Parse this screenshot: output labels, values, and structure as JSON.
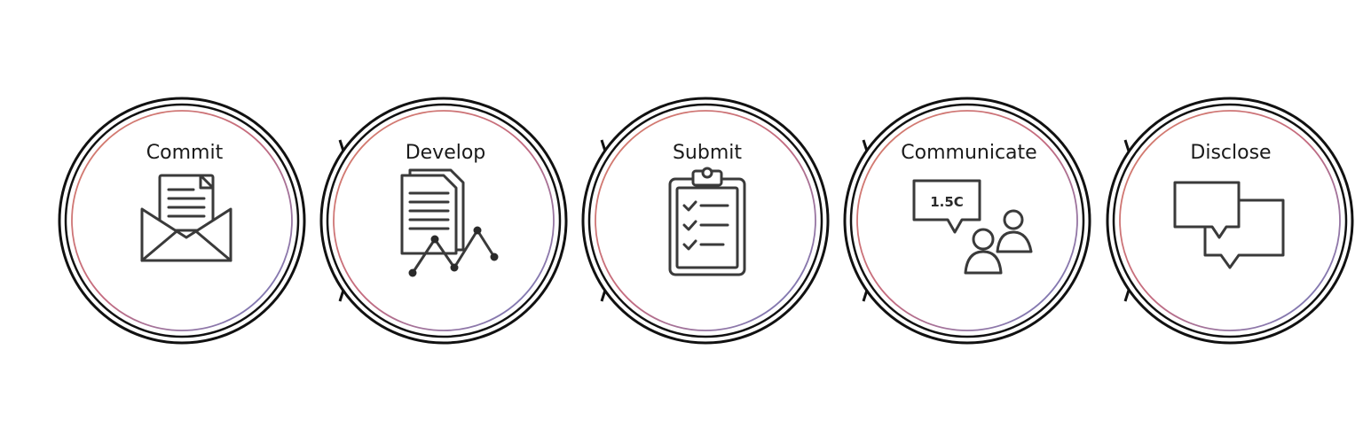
{
  "process": {
    "steps": [
      {
        "label": "Commit",
        "icon": "open-envelope-icon"
      },
      {
        "label": "Develop",
        "icon": "documents-line-graph-icon"
      },
      {
        "label": "Submit",
        "icon": "clipboard-checklist-icon"
      },
      {
        "label": "Communicate",
        "icon": "speech-bubble-people-icon",
        "icon_text": "1.5C"
      },
      {
        "label": "Disclose",
        "icon": "chat-bubbles-icon"
      }
    ]
  }
}
